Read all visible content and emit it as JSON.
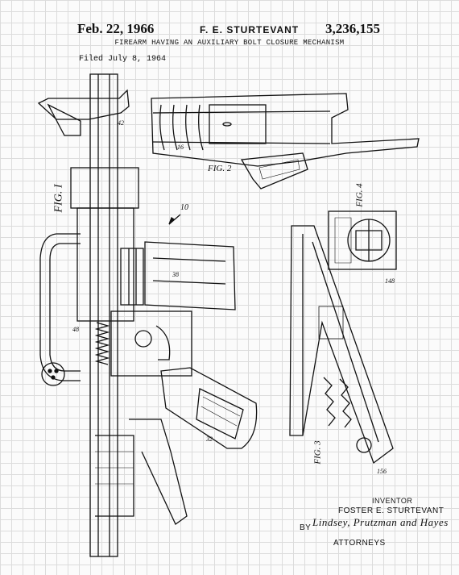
{
  "header": {
    "date": "Feb. 22, 1966",
    "inventor": "F. E. STURTEVANT",
    "patent_number": "3,236,155",
    "title": "FIREARM HAVING AN AUXILIARY BOLT CLOSURE MECHANISM",
    "filed": "Filed July 8, 1964"
  },
  "figures": {
    "fig1": "FIG. I",
    "fig2": "FIG. 2",
    "fig3": "FIG. 3",
    "fig4": "FIG. 4"
  },
  "callouts": {
    "c10": "10",
    "c42": "42",
    "c48": "48",
    "c38": "38",
    "c32": "32",
    "c16": "16",
    "c148": "148",
    "c156": "156"
  },
  "signature_block": {
    "inventor_label": "INVENTOR",
    "inventor_full": "FOSTER E. STURTEVANT",
    "by": "BY",
    "signature": "Lindsey, Prutzman and Hayes",
    "attorneys": "ATTORNEYS"
  }
}
